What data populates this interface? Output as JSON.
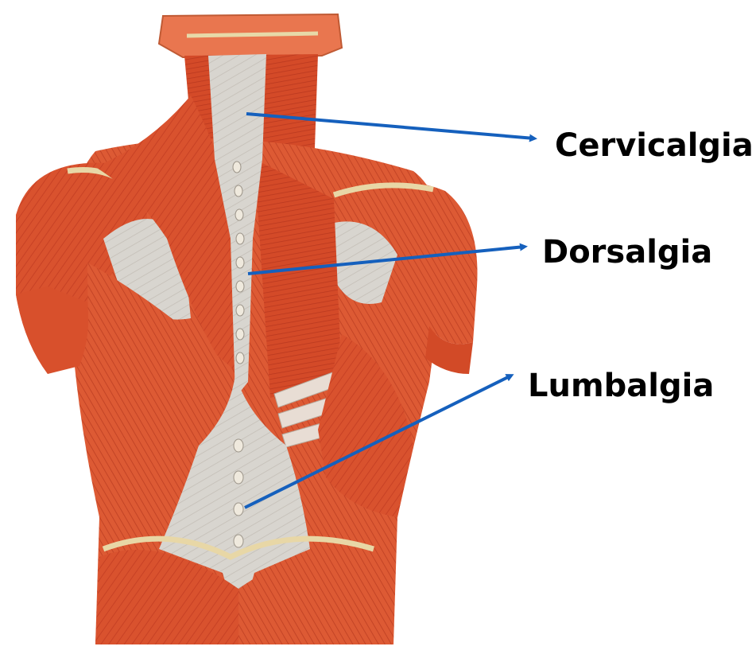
{
  "colors": {
    "background": "#ffffff",
    "muscle_dark": "#b8321c",
    "muscle_mid": "#d9522e",
    "muscle_light": "#ea7a55",
    "fascia": "#d6d3cc",
    "bone": "#e9e2cc",
    "arrow": "#1560bd",
    "label_text": "#000000"
  },
  "figure": {
    "illustration": "back-muscles-anatomy",
    "labels": [
      {
        "id": "cervicalgia",
        "text": "Cervicalgia",
        "region": "neck / cervical spine"
      },
      {
        "id": "dorsalgia",
        "text": "Dorsalgia",
        "region": "thoracic spine"
      },
      {
        "id": "lumbalgia",
        "text": "Lumbalgia",
        "region": "lumbar spine"
      }
    ]
  }
}
